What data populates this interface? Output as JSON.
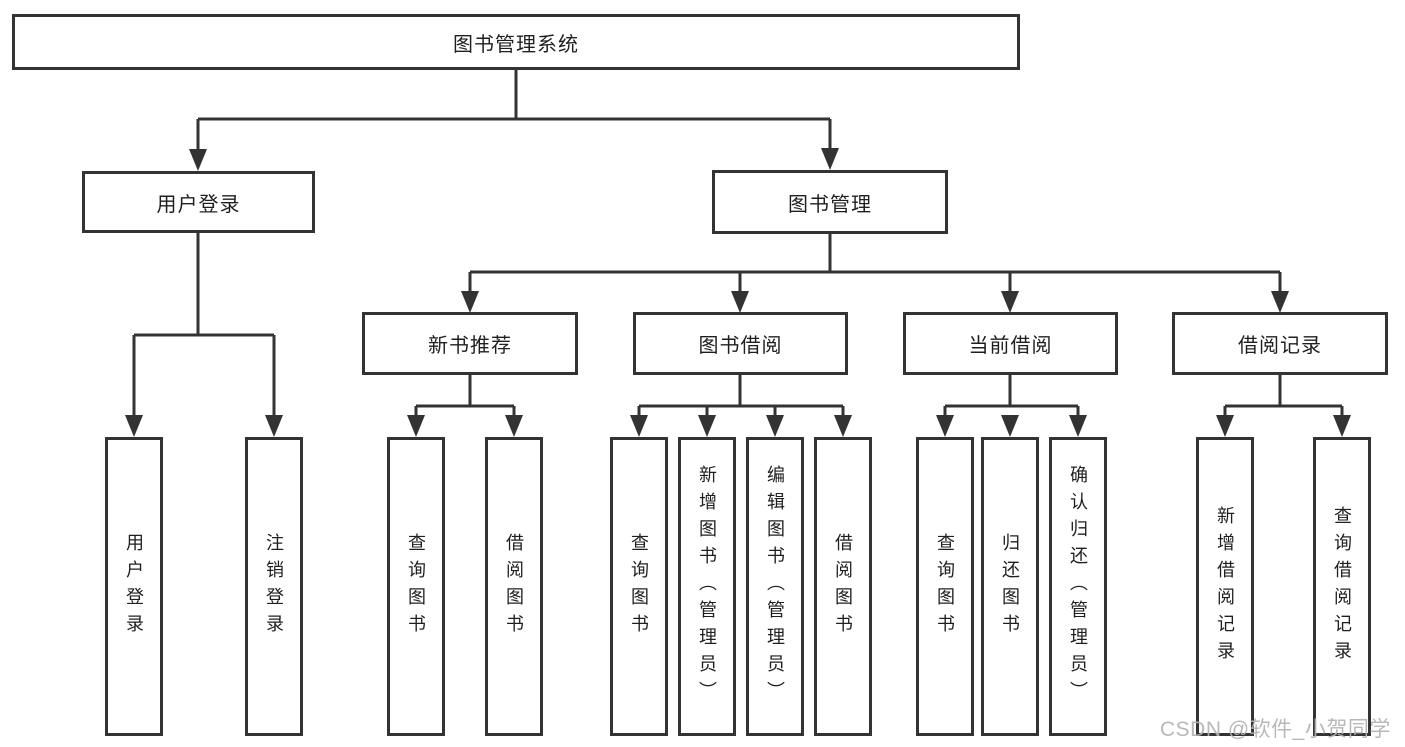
{
  "tree": {
    "label": "图书管理系统",
    "children": [
      {
        "label": "用户登录",
        "children": [
          {
            "label": "用户登录"
          },
          {
            "label": "注销登录"
          }
        ]
      },
      {
        "label": "图书管理",
        "children": [
          {
            "label": "新书推荐",
            "children": [
              {
                "label": "查询图书"
              },
              {
                "label": "借阅图书"
              }
            ]
          },
          {
            "label": "图书借阅",
            "children": [
              {
                "label": "查询图书"
              },
              {
                "label": "新增图书（管理员）"
              },
              {
                "label": "编辑图书（管理员）"
              },
              {
                "label": "借阅图书"
              }
            ]
          },
          {
            "label": "当前借阅",
            "children": [
              {
                "label": "查询图书"
              },
              {
                "label": "归还图书"
              },
              {
                "label": "确认归还（管理员）"
              }
            ]
          },
          {
            "label": "借阅记录",
            "children": [
              {
                "label": "新增借阅记录"
              },
              {
                "label": "查询借阅记录"
              }
            ]
          }
        ]
      }
    ]
  },
  "watermark": {
    "text": "CSDN @软件_小贺同学"
  },
  "colors": {
    "line": "#333333",
    "text": "#1f1f1f",
    "background": "#ffffff",
    "watermark_text": "#b3b3b3"
  }
}
